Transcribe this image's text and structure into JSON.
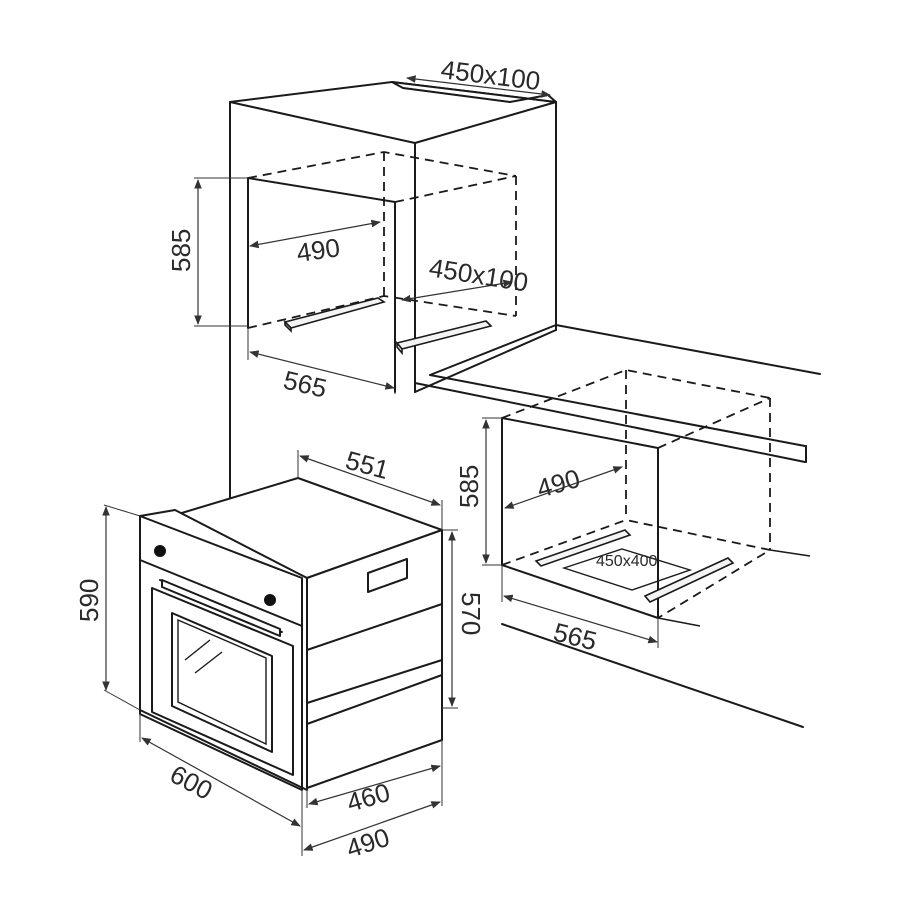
{
  "dimensions": {
    "top_vent_cutout": "450x100",
    "upper_niche_height": "585",
    "upper_niche_width": "490",
    "upper_niche_depth": "565",
    "upper_rear_cutout": "450x100",
    "lower_niche_height": "585",
    "lower_niche_width": "490",
    "lower_niche_depth": "565",
    "lower_floor_cutout": "450x400",
    "oven_depth_top": "551",
    "oven_height": "590",
    "oven_body_height": "570",
    "oven_width": "600",
    "oven_body_depth": "460",
    "oven_total_depth": "490"
  }
}
